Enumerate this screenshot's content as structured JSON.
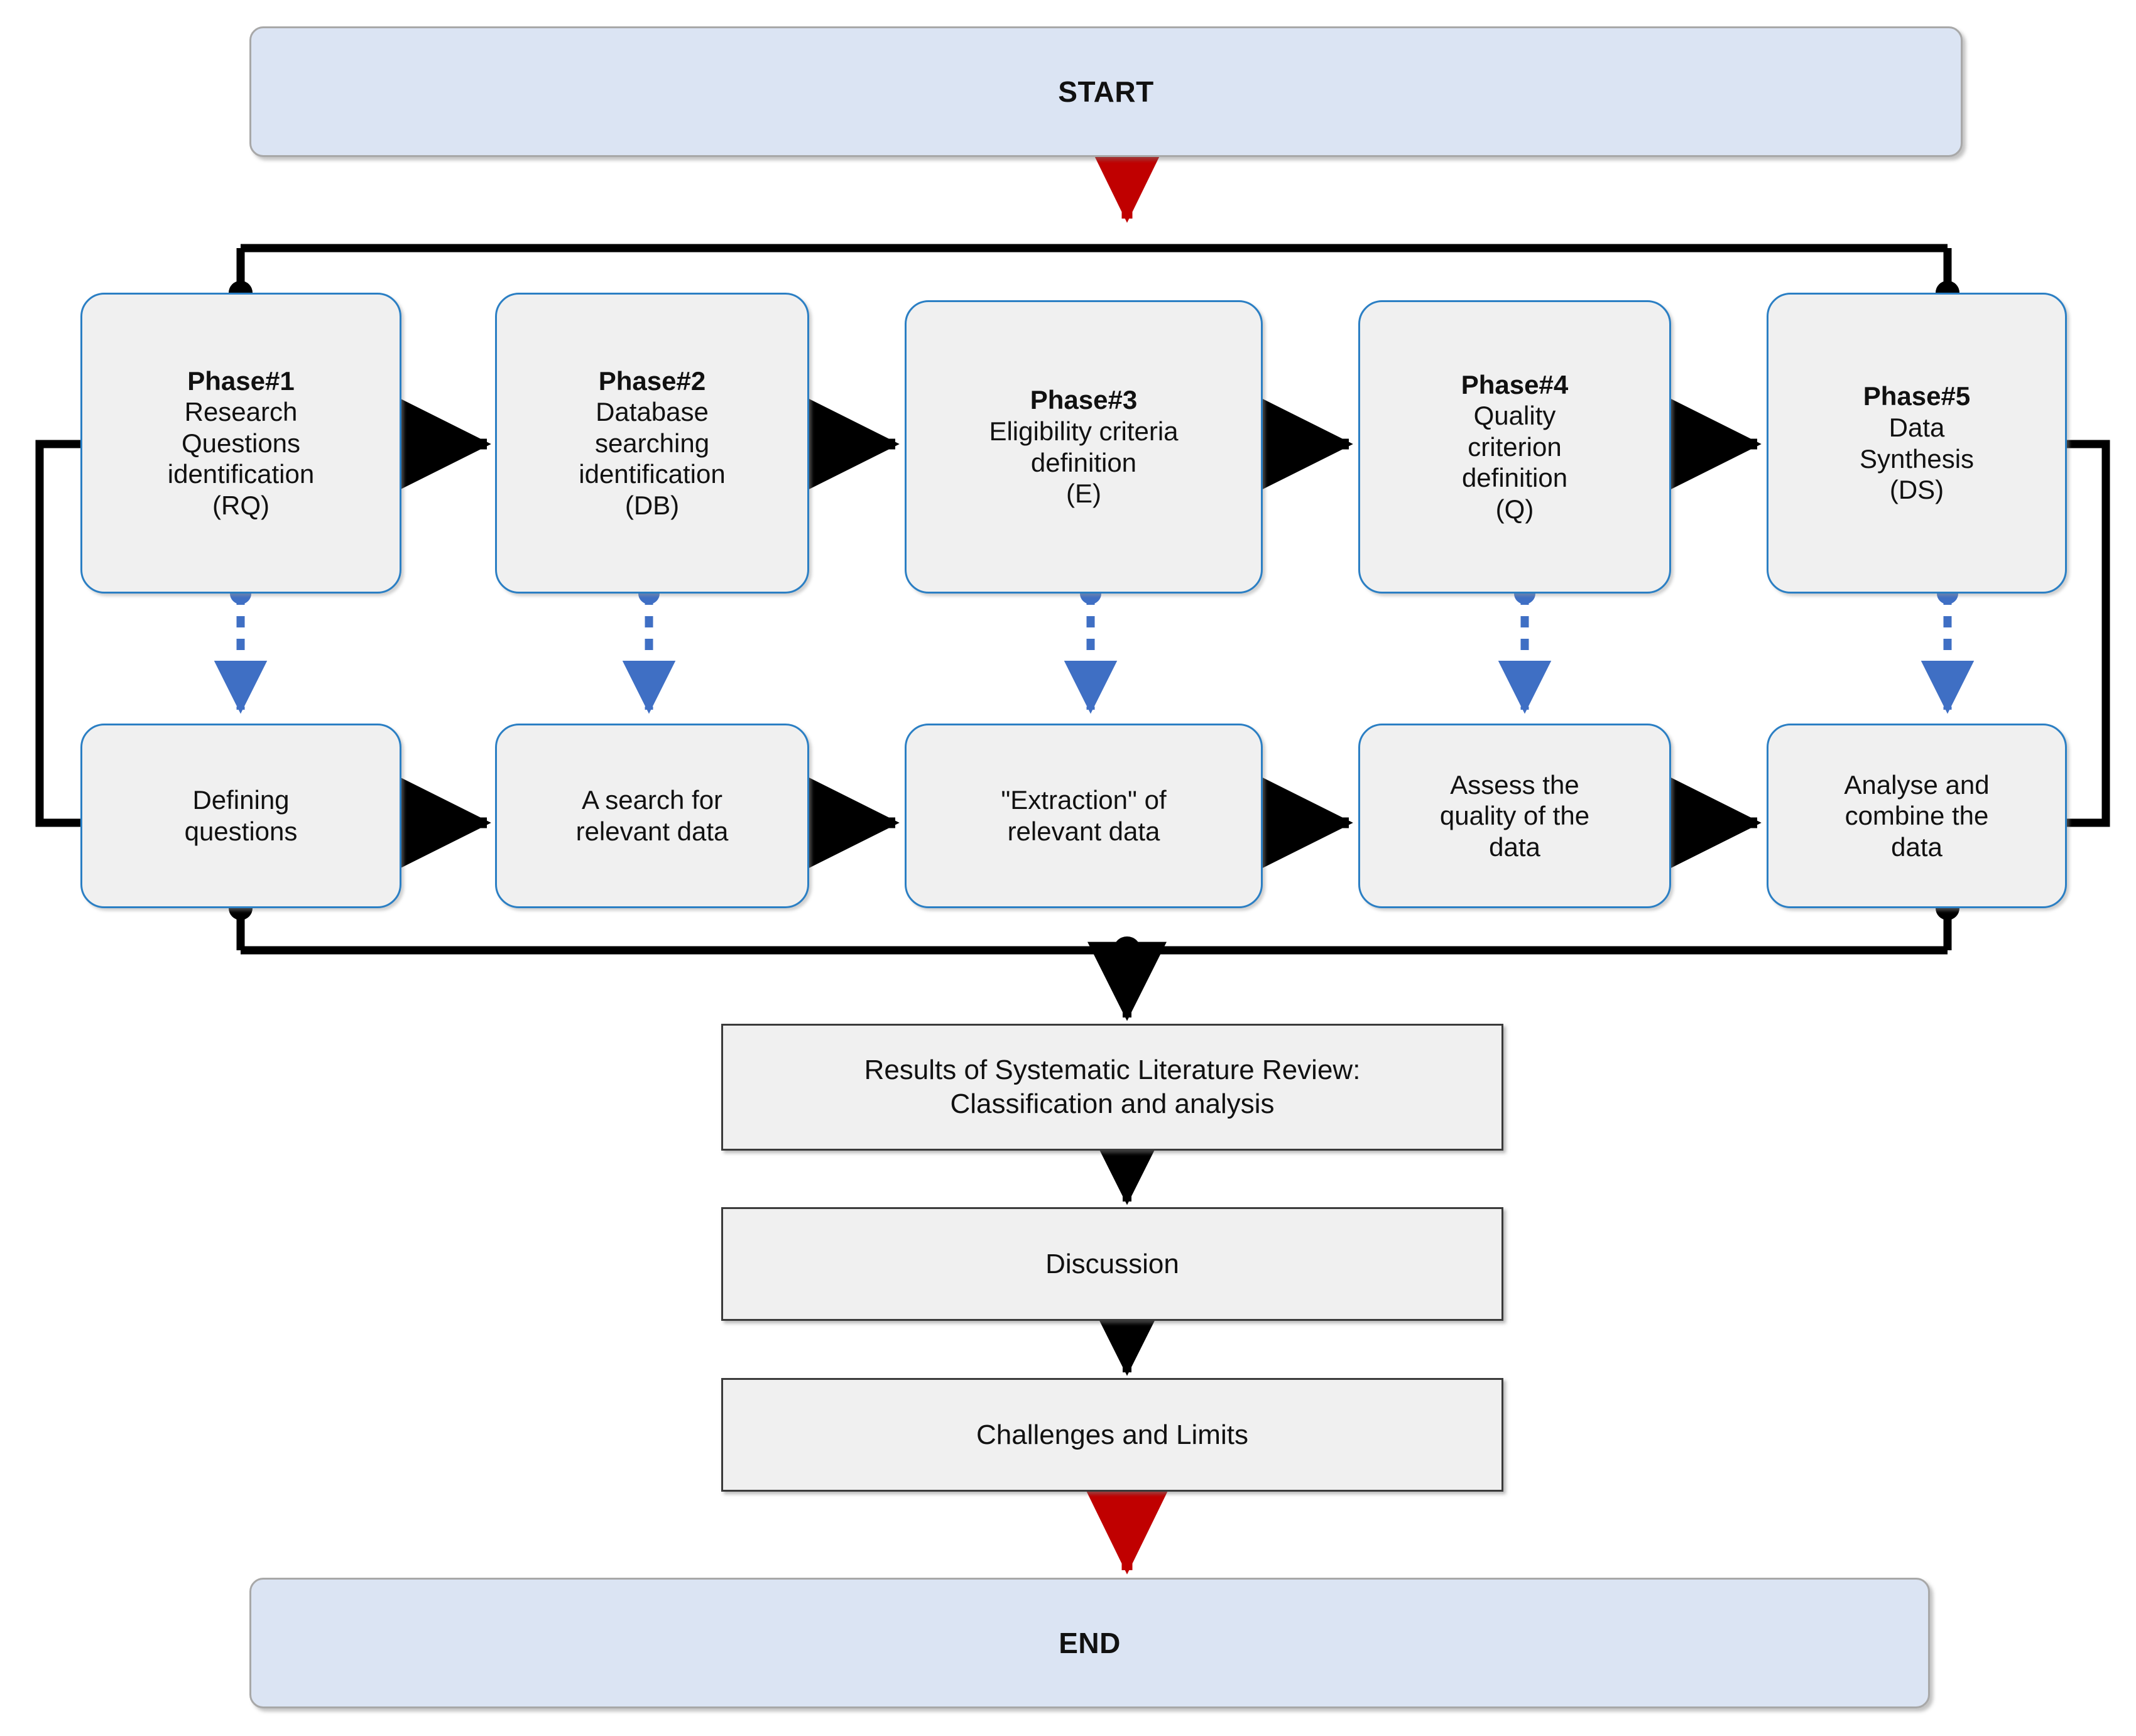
{
  "diagram": {
    "title": "Systematic Literature Review process flowchart",
    "colors": {
      "terminal_fill": "#dbe4f3",
      "terminal_border": "#a8a8a8",
      "phase_fill": "#f0f0f0",
      "phase_border": "#2b7fc4",
      "square_fill": "#f0f0f0",
      "square_border": "#3a3a3a",
      "connector_black": "#000000",
      "connector_red": "#c00000",
      "dotted_blue": "#3f6fc4"
    }
  },
  "terminals": {
    "start": {
      "label": "START"
    },
    "end": {
      "label": "END"
    }
  },
  "phases": [
    {
      "id": "phase-1",
      "header": "Phase#1",
      "lines": [
        "Research",
        "Questions",
        "identification",
        "(RQ)"
      ]
    },
    {
      "id": "phase-2",
      "header": "Phase#2",
      "lines": [
        "Database",
        "searching",
        "identification",
        "(DB)"
      ]
    },
    {
      "id": "phase-3",
      "header": "Phase#3",
      "lines": [
        "Eligibility criteria",
        "definition",
        "(E)"
      ]
    },
    {
      "id": "phase-4",
      "header": "Phase#4",
      "lines": [
        "Quality",
        "criterion",
        "definition",
        "(Q)"
      ]
    },
    {
      "id": "phase-5",
      "header": "Phase#5",
      "lines": [
        "Data",
        "Synthesis",
        "(DS)"
      ]
    }
  ],
  "activities": [
    {
      "id": "activity-1",
      "lines": [
        "Defining",
        "questions"
      ]
    },
    {
      "id": "activity-2",
      "lines": [
        "A search for",
        "relevant data"
      ]
    },
    {
      "id": "activity-3",
      "lines": [
        "\"Extraction\" of",
        "relevant data"
      ]
    },
    {
      "id": "activity-4",
      "lines": [
        "Assess the",
        "quality of the",
        "data"
      ]
    },
    {
      "id": "activity-5",
      "lines": [
        "Analyse and",
        "combine the",
        "data"
      ]
    }
  ],
  "outcomes": [
    {
      "id": "outcome-results",
      "lines": [
        "Results of Systematic Literature Review:",
        "Classification and analysis"
      ]
    },
    {
      "id": "outcome-discussion",
      "lines": [
        "Discussion"
      ]
    },
    {
      "id": "outcome-challenges",
      "lines": [
        "Challenges and Limits"
      ]
    }
  ]
}
